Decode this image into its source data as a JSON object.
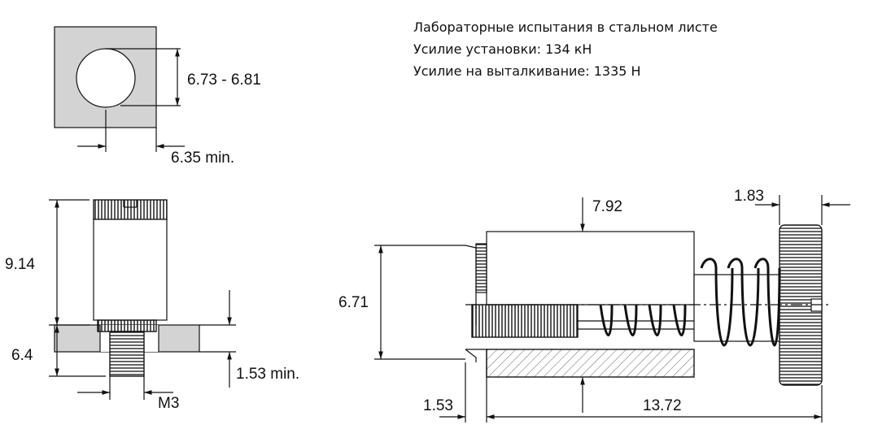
{
  "spec_notes": {
    "line1": "Лабораторные испытания в стальном листе",
    "line2": "Усилие установки: 134 кН",
    "line3": "Усилие на выталкивание: 1335 Н"
  },
  "dimensions": {
    "hole_diameter": "6.73 - 6.81",
    "edge_distance": "6.35 min.",
    "overall_height": "9.14",
    "shank_length": "6.4",
    "min_sheet_thickness": "1.53 min.",
    "thread_size": "M3",
    "head_diameter": "7.92",
    "head_width": "1.83",
    "body_diameter": "6.71",
    "flange_offset": "1.53",
    "total_length": "13.72"
  },
  "colors": {
    "line": "#111111",
    "panel_fill": "#d3d3d3",
    "hatch": "#555555",
    "background": "#ffffff"
  }
}
